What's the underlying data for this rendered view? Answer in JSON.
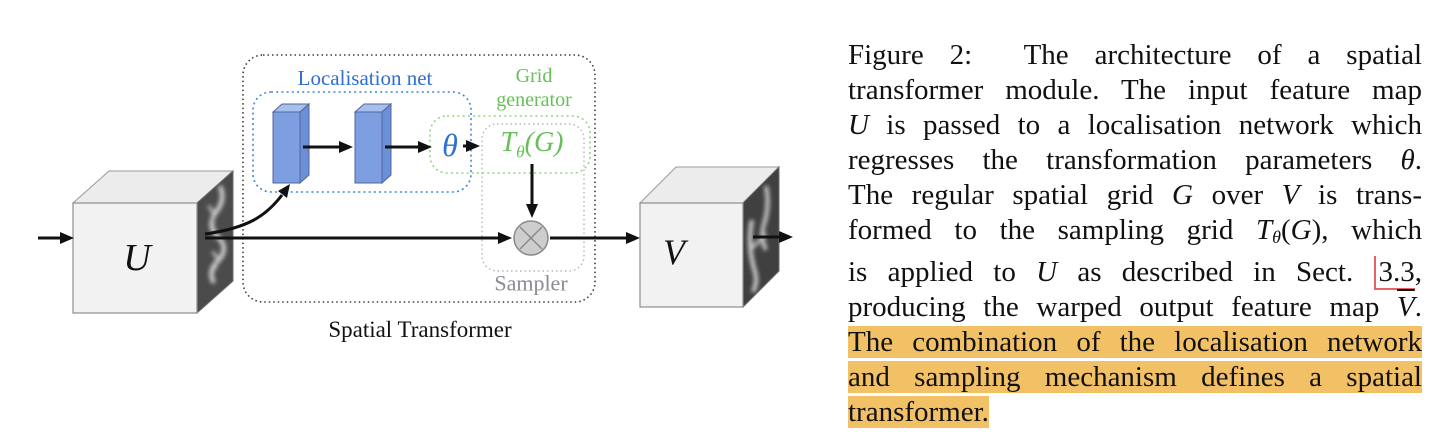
{
  "colors": {
    "highlight": "#f2c166",
    "blue": "#2e6fd2",
    "green": "#67bf58",
    "green-border": "#90d57f",
    "gray": "#8b8b94",
    "ref-red": "#e86464",
    "ink": "#111111",
    "bar-fill": "#7d9fe2",
    "bar-top": "#a6c0ec",
    "bar-side": "#6b90d8"
  },
  "diagram": {
    "input_label": "U",
    "output_label": "V",
    "outer_box_label": "Spatial Transformer",
    "localisation_label": "Localisation net",
    "grid_label_line1": "Grid",
    "grid_label_line2": "generator",
    "theta_label": "θ",
    "transform_T": "T",
    "transform_sub": "θ",
    "transform_rest": "(G)",
    "sampler_label": "Sampler"
  },
  "caption": {
    "lines": [
      {
        "segs": [
          {
            "v": "Figure 2:  The architecture of a spatial"
          }
        ]
      },
      {
        "segs": [
          {
            "v": "transformer module. The input feature map"
          }
        ]
      },
      {
        "segs": [
          {
            "v": "U"
          },
          {
            "v": " is passed to a localisation network which"
          }
        ]
      },
      {
        "segs": [
          {
            "v": "regresses the transformation parameters "
          },
          {
            "v": "θ"
          },
          {
            "v": "."
          }
        ]
      },
      {
        "segs": [
          {
            "v": "The regular spatial grid "
          },
          {
            "v": "G"
          },
          {
            "v": " over "
          },
          {
            "v": "V"
          },
          {
            "v": " is trans-"
          }
        ]
      },
      {
        "segs": [
          {
            "v": "formed to the sampling grid "
          },
          {
            "v": "T"
          },
          {
            "v": "θ"
          },
          {
            "v": "("
          },
          {
            "v": "G"
          },
          {
            "v": "), which"
          }
        ]
      },
      {
        "segs": [
          {
            "v": "is applied to "
          },
          {
            "v": "U"
          },
          {
            "v": " as described in Sect. "
          },
          {
            "v": "3.3"
          },
          {
            "v": ","
          }
        ]
      },
      {
        "segs": [
          {
            "v": "producing the warped output feature map "
          },
          {
            "v": "V"
          },
          {
            "v": "."
          }
        ]
      },
      {
        "segs": [
          {
            "v": "The combination of the localisation network"
          }
        ]
      },
      {
        "segs": [
          {
            "v": "and sampling mechanism defines a spatial"
          }
        ]
      },
      {
        "segs": [
          {
            "v": "transformer."
          }
        ]
      }
    ]
  }
}
